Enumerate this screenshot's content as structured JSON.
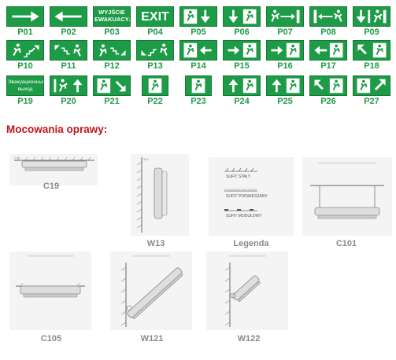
{
  "signs": [
    {
      "code": "P01",
      "text": ""
    },
    {
      "code": "P02",
      "text": ""
    },
    {
      "code": "P03",
      "text": "WYJŚCIE EWAKUACYJNE"
    },
    {
      "code": "P04",
      "text": "EXIT"
    },
    {
      "code": "P05",
      "text": ""
    },
    {
      "code": "P06",
      "text": ""
    },
    {
      "code": "P07",
      "text": ""
    },
    {
      "code": "P08",
      "text": ""
    },
    {
      "code": "P09",
      "text": ""
    },
    {
      "code": "P10",
      "text": ""
    },
    {
      "code": "P11",
      "text": ""
    },
    {
      "code": "P12",
      "text": ""
    },
    {
      "code": "P13",
      "text": ""
    },
    {
      "code": "P14",
      "text": ""
    },
    {
      "code": "P15",
      "text": ""
    },
    {
      "code": "P16",
      "text": ""
    },
    {
      "code": "P17",
      "text": ""
    },
    {
      "code": "P18",
      "text": ""
    },
    {
      "code": "P19",
      "text": "Эвакуационный выход"
    },
    {
      "code": "P20",
      "text": ""
    },
    {
      "code": "P21",
      "text": ""
    },
    {
      "code": "P22",
      "text": ""
    },
    {
      "code": "P23",
      "text": ""
    },
    {
      "code": "P24",
      "text": ""
    },
    {
      "code": "P25",
      "text": ""
    },
    {
      "code": "P26",
      "text": ""
    },
    {
      "code": "P27",
      "text": ""
    }
  ],
  "mount_title": "Mocowania oprawy:",
  "mounts": {
    "c19": "C19",
    "w13": "W13",
    "legenda": "Legenda",
    "c101": "C101",
    "c105": "C105",
    "w121": "W121",
    "w122": "W122"
  },
  "legend": {
    "item1": "SUFIT STAŁY",
    "item2": "SUFIT PODWIESZANY",
    "item3": "SUFIT MODUŁOWY"
  },
  "diagram_labels": {
    "c19_tag": "C19",
    "w13_tag": "W13"
  }
}
